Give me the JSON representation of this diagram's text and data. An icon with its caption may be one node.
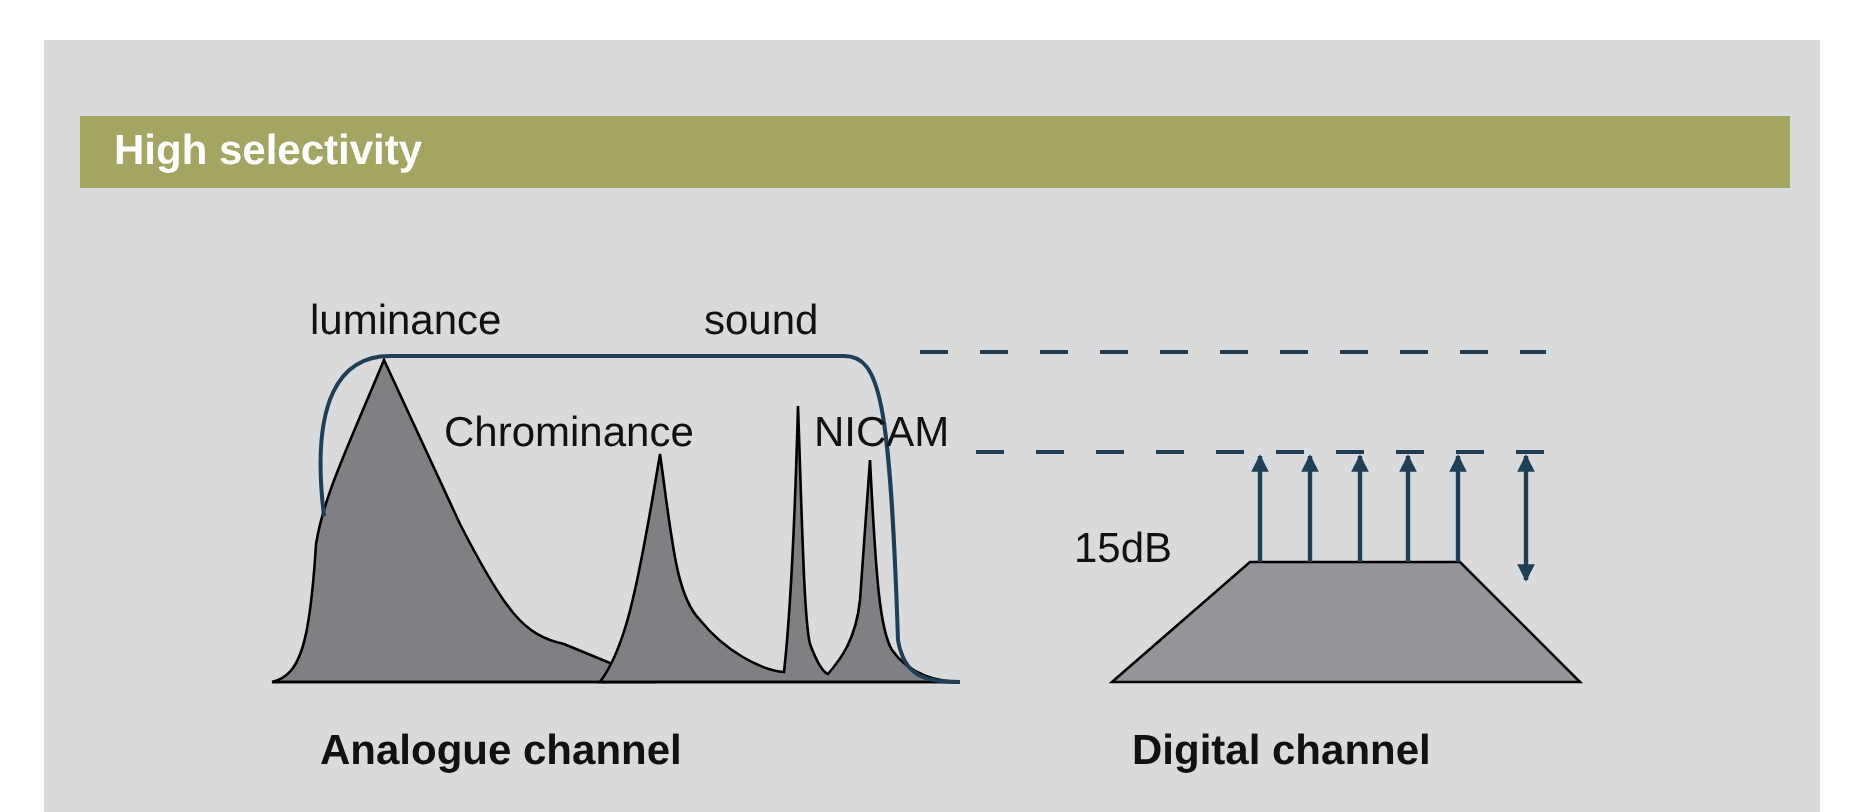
{
  "diagram": {
    "title": "High selectivity",
    "labels": [
      "luminance",
      "sound",
      "Chrominance",
      "NICAM",
      "15dB",
      "Analogue channel",
      "Digital channel"
    ]
  }
}
